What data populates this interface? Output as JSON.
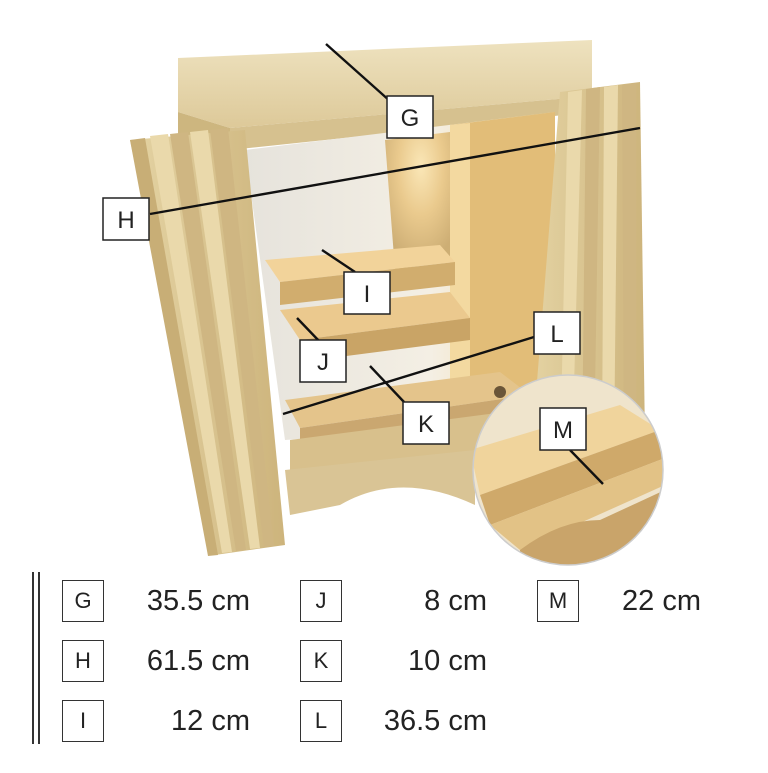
{
  "callouts": [
    "G",
    "H",
    "I",
    "J",
    "K",
    "L",
    "M"
  ],
  "legend": [
    {
      "key": "G",
      "value": "35.5 cm"
    },
    {
      "key": "H",
      "value": "61.5 cm"
    },
    {
      "key": "I",
      "value": "12 cm"
    },
    {
      "key": "J",
      "value": "8 cm"
    },
    {
      "key": "K",
      "value": "10 cm"
    },
    {
      "key": "L",
      "value": "36.5 cm"
    },
    {
      "key": "M",
      "value": "22 cm"
    }
  ],
  "colors": {
    "wood_light": "#e8d9ad",
    "wood_mid": "#d8c28c",
    "wood_dark": "#b99e66",
    "interior_glow": "#f6c872",
    "line": "#111111"
  }
}
